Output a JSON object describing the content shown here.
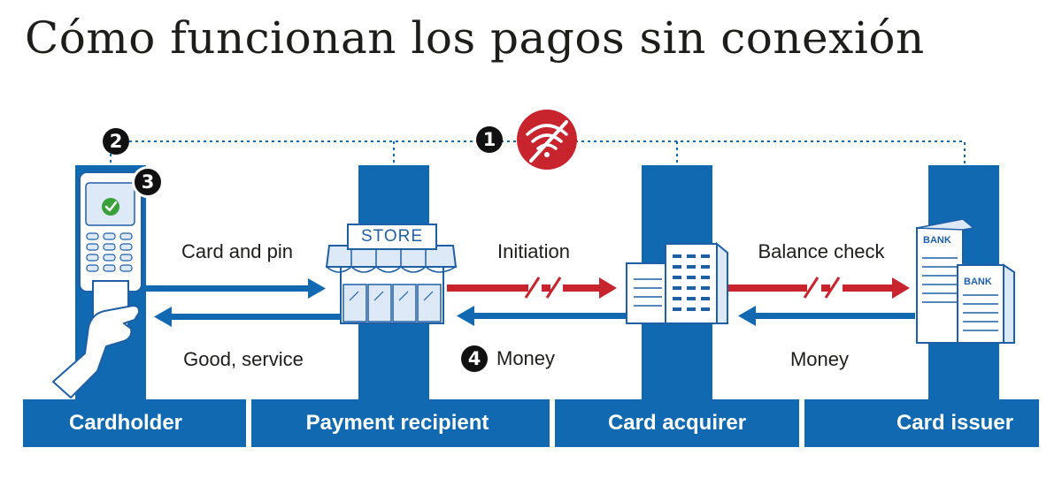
{
  "title": "Cómo funcionan los pagos sin conexión",
  "colors": {
    "blue": "#1069b1",
    "red": "#c8242e",
    "dark_blue": "#1e5fa6",
    "light_blue": "#dde9f6",
    "black": "#111111"
  },
  "parties": [
    "Cardholder",
    "Payment recipient",
    "Card acquirer",
    "Card issuer"
  ],
  "flows": {
    "card_and_pin": "Card and pin",
    "good_service": "Good, service",
    "initiation": "Initiation",
    "money_1": "Money",
    "balance_check": "Balance check",
    "money_2": "Money"
  },
  "badges": {
    "one": "1",
    "two": "2",
    "three": "3",
    "four": "4"
  },
  "store_sign": "STORE",
  "bank_signs": [
    "BANK",
    "BANK"
  ],
  "icons": [
    "wifi-off-icon",
    "card-terminal-icon",
    "hand-icon",
    "checkmark-icon",
    "store-icon",
    "office-building-icon",
    "bank-building-icon"
  ]
}
